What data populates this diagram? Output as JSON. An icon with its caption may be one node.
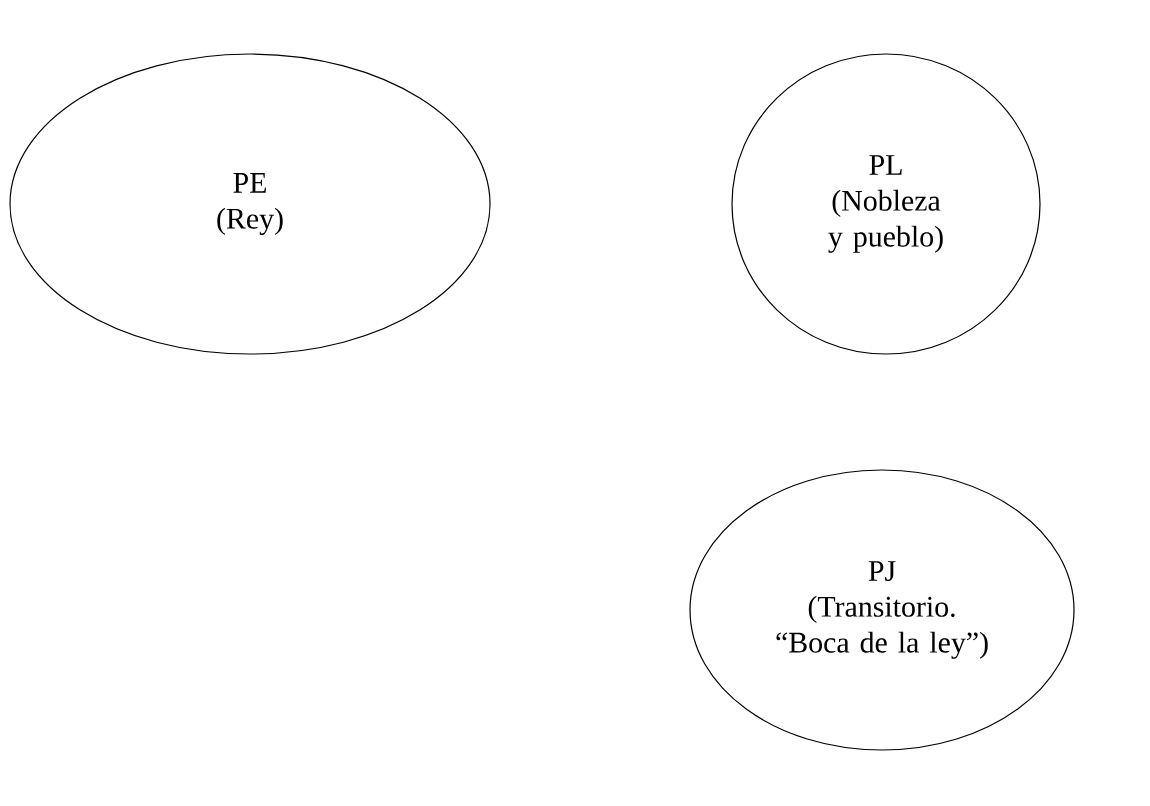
{
  "diagram": {
    "nodes": [
      {
        "text": [
          "PE",
          "(Rey)"
        ]
      },
      {
        "text": [
          "PL",
          "(Nobleza y pueblo)"
        ]
      },
      {
        "text": [
          "PJ",
          "(Transitorio. “Boca de la ley”)"
        ]
      }
    ]
  }
}
